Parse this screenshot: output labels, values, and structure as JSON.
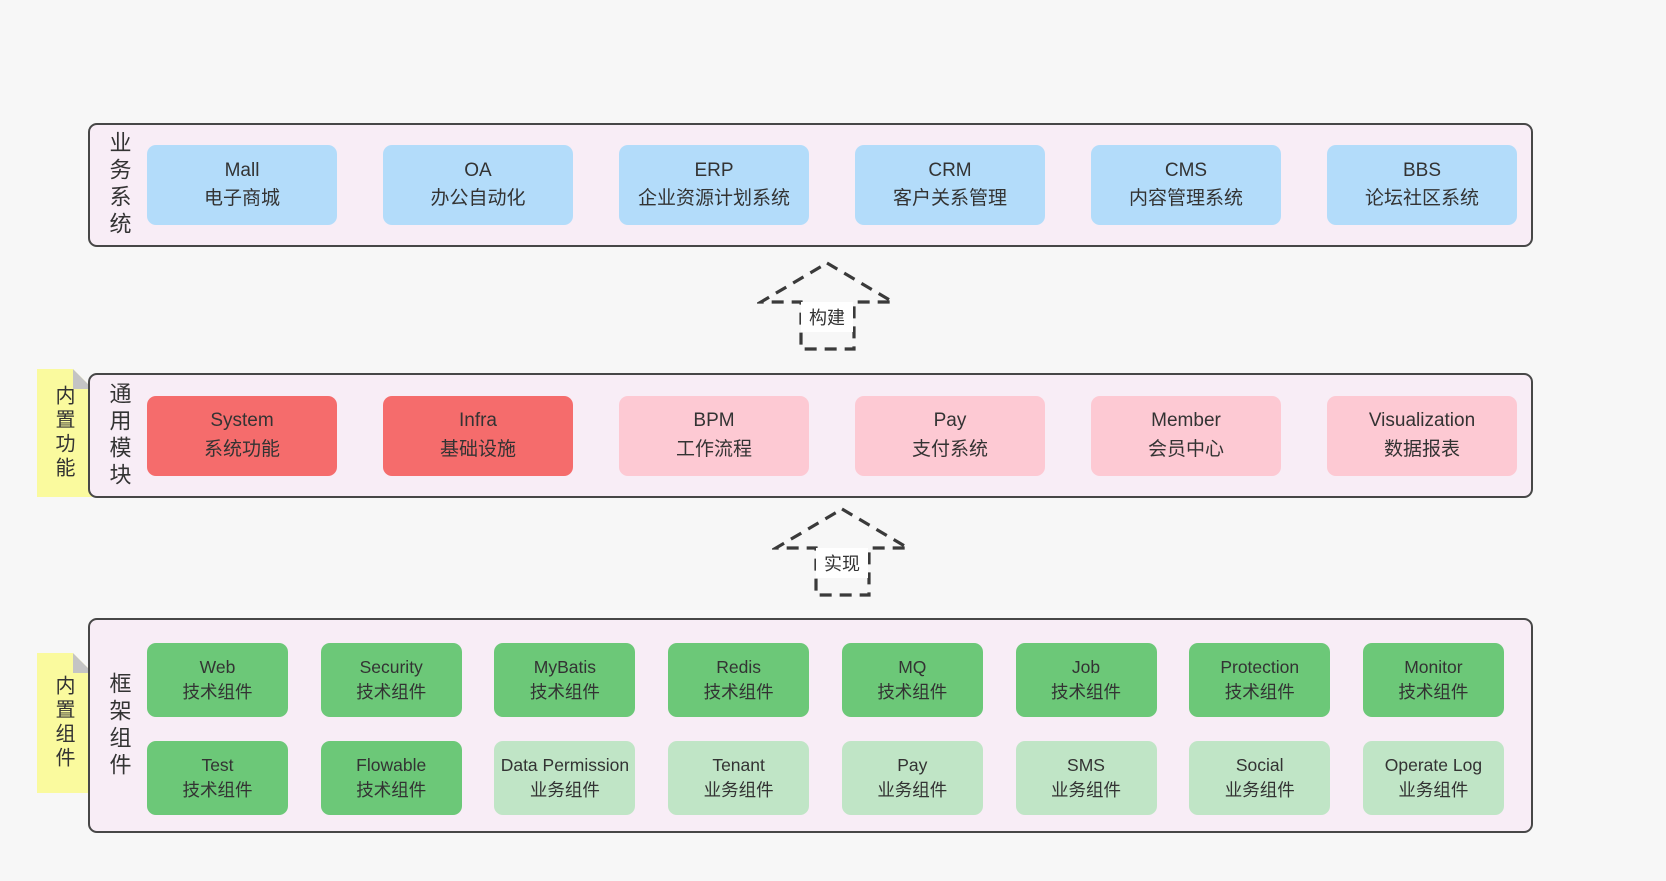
{
  "colors": {
    "page_bg": "#f7f7f7",
    "band_bg": "#f8edf6",
    "band_border": "#474747",
    "blue_box": "#b3dcfa",
    "red_box": "#f56c6c",
    "pink_box": "#fdc9d3",
    "green_box": "#6cc878",
    "green_light_box": "#c0e5c6",
    "note_yellow": "#fafa9e",
    "note_fold_gray": "#c4c4c4",
    "text": "#333333"
  },
  "arrows": {
    "build_label": "构建",
    "implement_label": "实现"
  },
  "notes": {
    "features": "内置功能",
    "components": "内置组件"
  },
  "bands": {
    "business": {
      "label": "业务系统",
      "boxes": [
        {
          "en": "Mall",
          "zh": "电子商城"
        },
        {
          "en": "OA",
          "zh": "办公自动化"
        },
        {
          "en": "ERP",
          "zh": "企业资源计划系统"
        },
        {
          "en": "CRM",
          "zh": "客户关系管理"
        },
        {
          "en": "CMS",
          "zh": "内容管理系统"
        },
        {
          "en": "BBS",
          "zh": "论坛社区系统"
        }
      ]
    },
    "modules": {
      "label": "通用模块",
      "boxes": [
        {
          "en": "System",
          "zh": "系统功能"
        },
        {
          "en": "Infra",
          "zh": "基础设施"
        },
        {
          "en": "BPM",
          "zh": "工作流程"
        },
        {
          "en": "Pay",
          "zh": "支付系统"
        },
        {
          "en": "Member",
          "zh": "会员中心"
        },
        {
          "en": "Visualization",
          "zh": "数据报表"
        }
      ]
    },
    "framework": {
      "label": "框架组件",
      "row1": [
        {
          "en": "Web",
          "zh": "技术组件"
        },
        {
          "en": "Security",
          "zh": "技术组件"
        },
        {
          "en": "MyBatis",
          "zh": "技术组件"
        },
        {
          "en": "Redis",
          "zh": "技术组件"
        },
        {
          "en": "MQ",
          "zh": "技术组件"
        },
        {
          "en": "Job",
          "zh": "技术组件"
        },
        {
          "en": "Protection",
          "zh": "技术组件"
        },
        {
          "en": "Monitor",
          "zh": "技术组件"
        }
      ],
      "row2": [
        {
          "en": "Test",
          "zh": "技术组件"
        },
        {
          "en": "Flowable",
          "zh": "技术组件"
        },
        {
          "en": "Data Permission",
          "zh": "业务组件"
        },
        {
          "en": "Tenant",
          "zh": "业务组件"
        },
        {
          "en": "Pay",
          "zh": "业务组件"
        },
        {
          "en": "SMS",
          "zh": "业务组件"
        },
        {
          "en": "Social",
          "zh": "业务组件"
        },
        {
          "en": "Operate Log",
          "zh": "业务组件"
        }
      ]
    }
  }
}
